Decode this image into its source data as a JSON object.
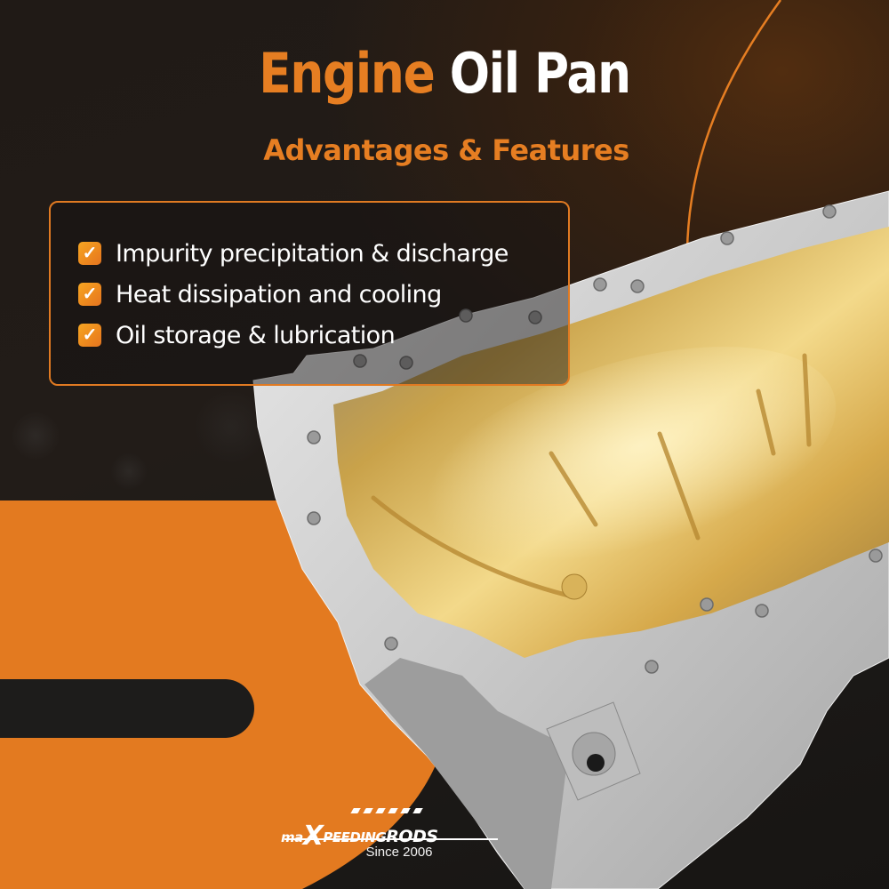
{
  "header": {
    "title_part1": "Engine",
    "title_part2": "Oil Pan",
    "subtitle": "Advantages & Features"
  },
  "features": [
    {
      "icon": "checkbox-checked-icon",
      "label": "Impurity precipitation & discharge"
    },
    {
      "icon": "checkbox-checked-icon",
      "label": "Heat dissipation and cooling"
    },
    {
      "icon": "checkbox-checked-icon",
      "label": "Oil storage & lubrication"
    }
  ],
  "brand": {
    "logo_part1": "ma",
    "logo_part2": "X",
    "logo_part3": "PEEDING",
    "logo_part4": "RODS",
    "tagline": "Since 2006"
  },
  "product": {
    "name": "engine-oil-pan",
    "image_description": "Silver aluminum engine oil pan filled with golden oil"
  },
  "colors": {
    "accent": "#E67E22",
    "background": "#1C1917",
    "text": "#FFFFFF"
  },
  "check_glyph": "✓"
}
